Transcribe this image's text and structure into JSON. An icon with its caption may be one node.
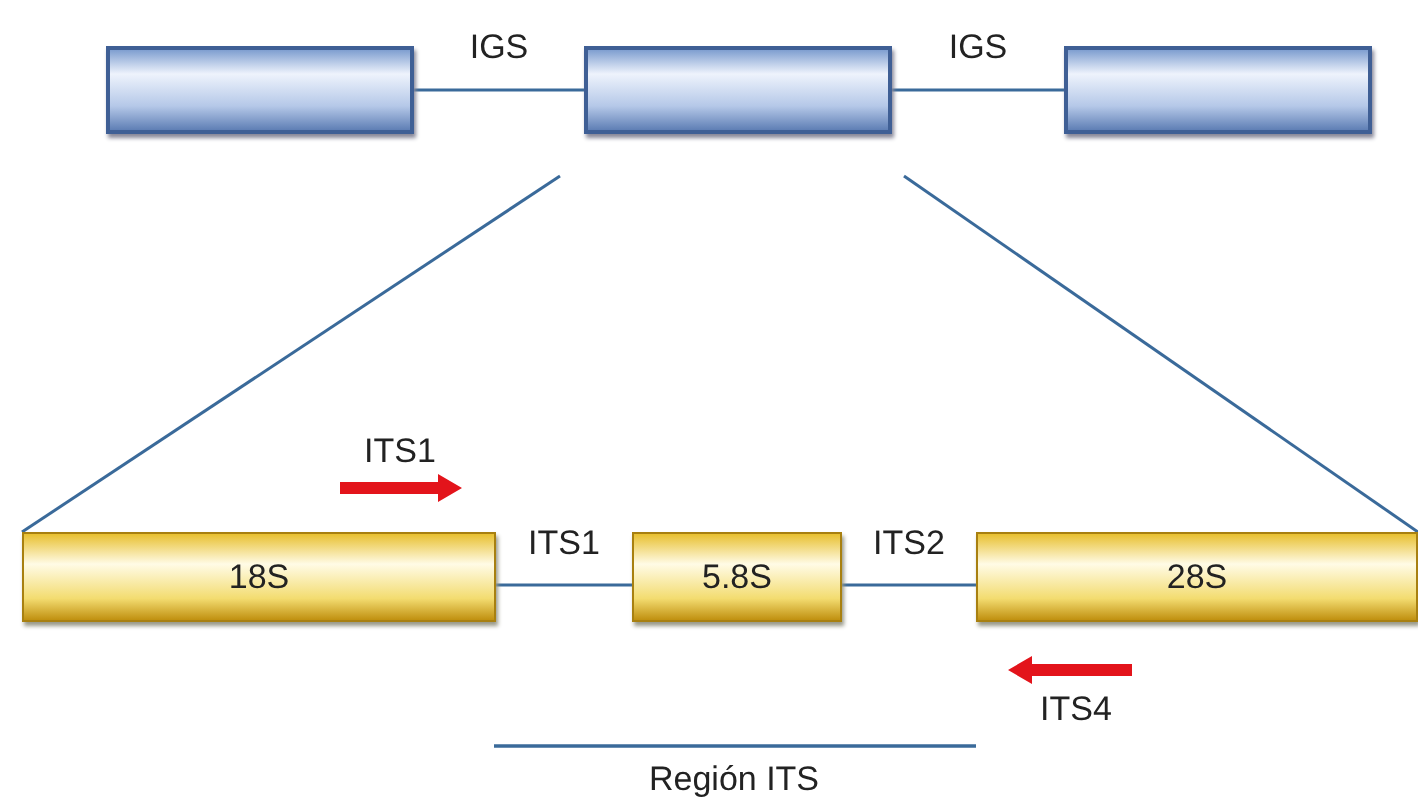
{
  "diagram": {
    "nodes": [
      {
        "text": [],
        "shape": "box"
      },
      {
        "text": [],
        "shape": "box"
      },
      {
        "text": [],
        "shape": "box"
      },
      {
        "text": [
          "18S"
        ]
      },
      {
        "text": [
          "5.8S"
        ]
      },
      {
        "text": [
          "28S"
        ]
      }
    ],
    "edges": [
      {
        "from": 0,
        "to": 1,
        "label": "IGS",
        "arrow": "none"
      },
      {
        "from": 1,
        "to": 2,
        "label": "IGS",
        "arrow": "none"
      },
      {
        "from": 1,
        "to": 3,
        "arrow": "none"
      },
      {
        "from": 1,
        "to": 5,
        "arrow": "none"
      },
      {
        "from": 3,
        "to": 4,
        "label": "ITS1",
        "arrow": "none"
      },
      {
        "from": 4,
        "to": 5,
        "label": "ITS2",
        "arrow": "none"
      }
    ],
    "labels": [
      "ITS1",
      "ITS4",
      "Región ITS"
    ]
  }
}
